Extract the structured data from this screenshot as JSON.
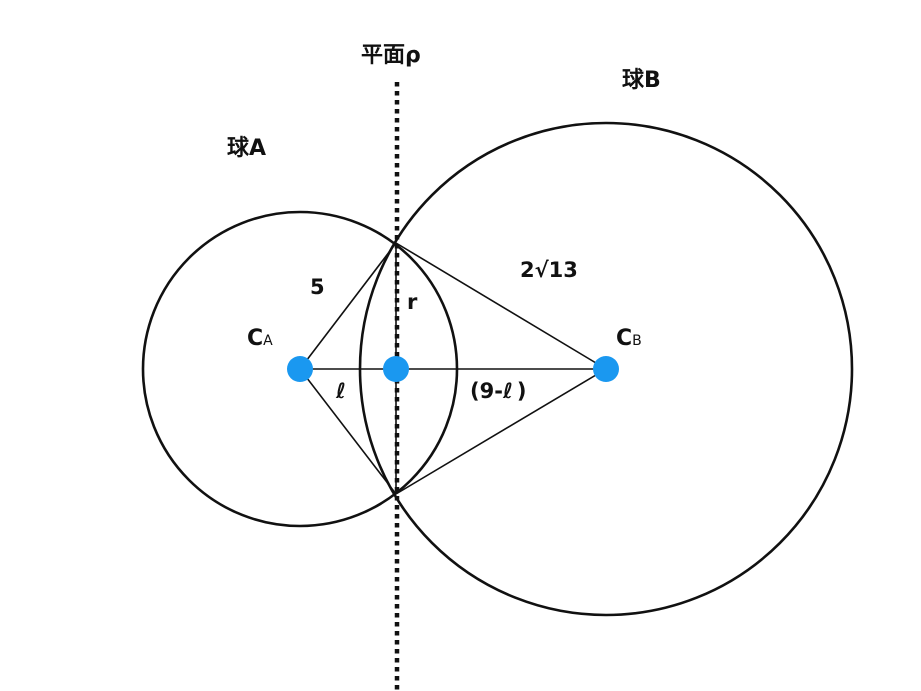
{
  "labels": {
    "plane": "平面ρ",
    "sphere_a": "球A",
    "sphere_b": "球B",
    "center_a_main": "C",
    "center_a_sub": "A",
    "center_b_main": "C",
    "center_b_sub": "B",
    "radius_a": "5",
    "radius_b": "2√13",
    "r": "r",
    "ell": "ℓ",
    "nine_minus_ell_open": "(9-",
    "nine_minus_ell_ell": "ℓ",
    "nine_minus_ell_close": ")"
  },
  "colors": {
    "stroke": "#111111",
    "point": "#1a98f0",
    "background": "#ffffff"
  }
}
